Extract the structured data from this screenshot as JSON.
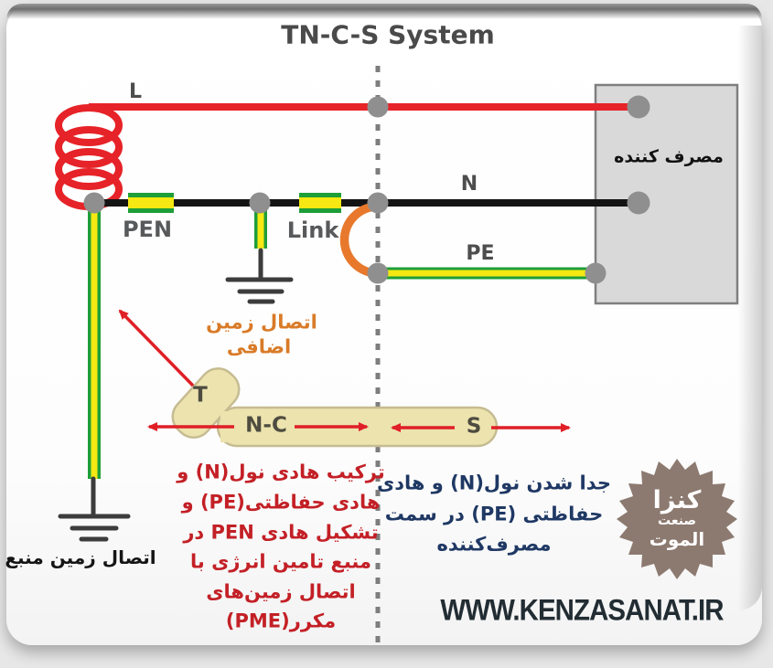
{
  "title": "TN-C-S System",
  "diagram": {
    "line_labels": {
      "l": "L",
      "n": "N",
      "pe": "PE",
      "pen": "PEN",
      "link": "Link"
    },
    "zone_labels": {
      "t": "T",
      "nc": "N-C",
      "s": "S"
    },
    "consumer_label": "مصرف کننده"
  },
  "annotations": {
    "extra_earth_line1": "اتصال زمین",
    "extra_earth_line2": "اضافی",
    "source_earth": "اتصال زمین منبع",
    "combined_note": [
      "ترکیب هادی نول(N) و",
      "هادی حفاظتی(PE) و",
      "تشکیل هادی PEN در",
      "منبع تامین انرژی با",
      "اتصال زمین‌های",
      "مکرر(PME)"
    ],
    "separated_note": [
      "جدا شدن نول(N) و هادی",
      "حفاظتی (PE) در سمت",
      "مصرف‌کننده"
    ]
  },
  "badge": {
    "line1": "کنزا",
    "line2": "صنعت",
    "line3": "الموت"
  },
  "website": "WWW.KENZASANAT.IR",
  "colors": {
    "line_red": "#e62328",
    "line_black": "#141414",
    "earth_green": "#1e9e38",
    "earth_yellow": "#f5e813",
    "arc_orange": "#e8792c",
    "dot_gray": "#8f8f8f",
    "band_tan": "#ece3ae",
    "note_red": "#c32026",
    "note_blue": "#1f3864",
    "note_orange": "#d97b28",
    "badge_brown": "#8c7a70"
  }
}
